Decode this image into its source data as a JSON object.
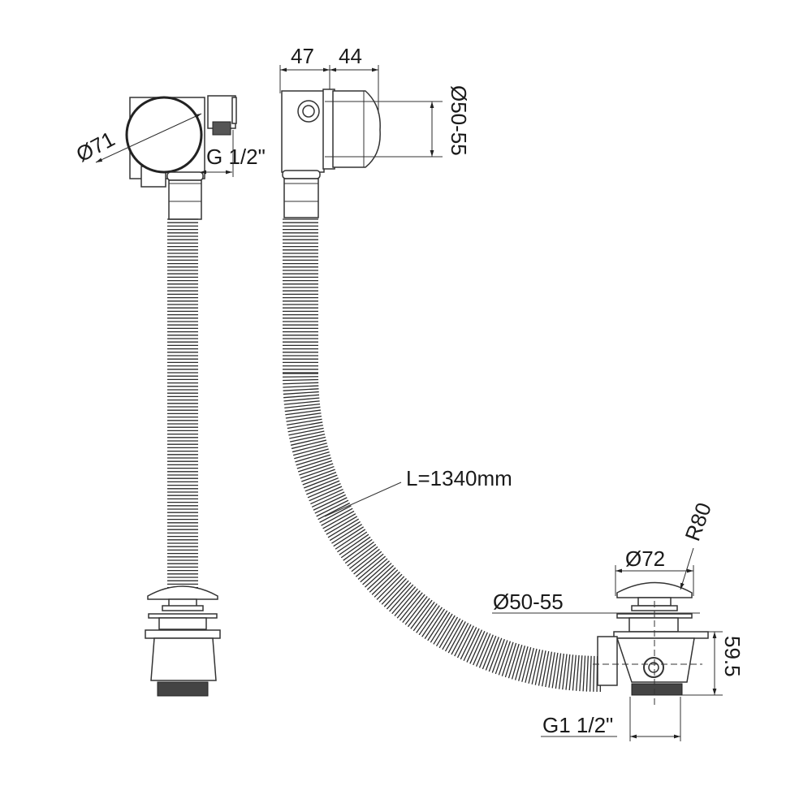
{
  "drawing": {
    "type": "technical-drawing",
    "subject": "bath waste and overflow with flexible hose",
    "views": {
      "left_assembly": {
        "overflow_diameter": "Ø71",
        "overflow_thread": "G 1/2\""
      },
      "right_assembly": {
        "overflow_depth_a": "47",
        "overflow_depth_b": "44",
        "overflow_hole_diameter": "Ø50-55",
        "hose_length": "L=1340mm",
        "waste_cap_radius": "R80",
        "waste_cap_diameter": "Ø72",
        "waste_hole_diameter": "Ø50-55",
        "waste_body_height": "59.5",
        "waste_thread": "G1 1/2\""
      }
    },
    "colors": {
      "line": "#2b2b2b",
      "background": "#ffffff"
    }
  }
}
